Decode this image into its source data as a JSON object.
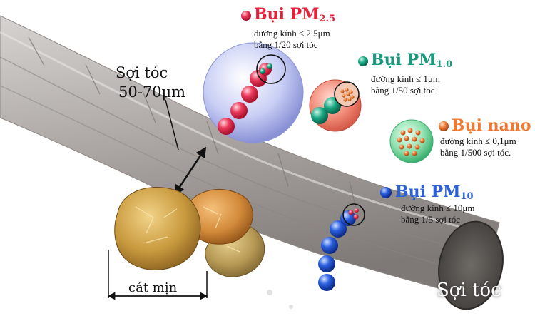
{
  "hair_label": {
    "line1": "Sợi tóc",
    "line2": "50-70μm"
  },
  "hair_end_label": "Sợi tóc",
  "sand_label": "cát mịn",
  "particles": [
    {
      "name": "pm25",
      "title_main": "Bụi PM",
      "title_sub": "2.5",
      "desc1": "đường kính ≤ 2.5μm",
      "desc2": "bằng 1/20 sợi tóc",
      "color": "#e8203a"
    },
    {
      "name": "pm10-small",
      "title_main": "Bụi PM",
      "title_sub": "1.0",
      "desc1": "đường kính ≤ 1μm",
      "desc2": "bằng 1/50 sợi tóc",
      "color": "#1a9a7c"
    },
    {
      "name": "nano",
      "title_main": "Bụi nano",
      "title_sub": "",
      "desc1": "đường kính ≤ 0,1μm",
      "desc2": "bằng 1/500 sợi tóc.",
      "color": "#f07a32"
    },
    {
      "name": "pm10",
      "title_main": "Bụi PM",
      "title_sub": "10",
      "desc1": "đường kính ≤ 10μm",
      "desc2": "bằng 1/5 sợi tóc",
      "color": "#2a5fd6"
    }
  ],
  "colors": {
    "hair": "#9c9794",
    "hair_light": "#c9c5c2",
    "sand": "#c9a25a"
  }
}
